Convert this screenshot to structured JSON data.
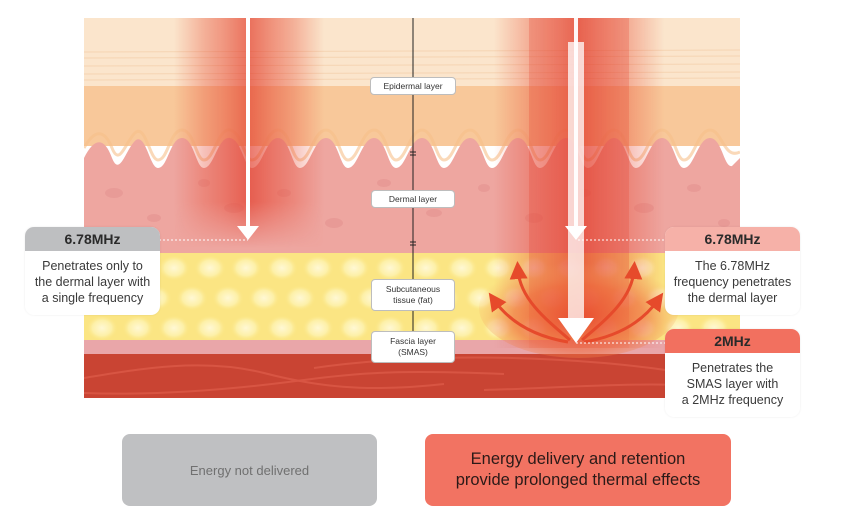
{
  "layers": {
    "epidermal": "Epidermal layer",
    "dermal": "Dermal layer",
    "subcutaneous_line1": "Subcutaneous",
    "subcutaneous_line2": "tissue (fat)",
    "fascia_line1": "Fascia layer",
    "fascia_line2": "(SMAS)"
  },
  "callouts": {
    "left": {
      "frequency": "6.78MHz",
      "lines": [
        "Penetrates only to",
        "the dermal layer with",
        "a single frequency"
      ]
    },
    "right_top": {
      "frequency": "6.78MHz",
      "lines": [
        "The 6.78MHz",
        "frequency penetrates",
        "the dermal layer"
      ]
    },
    "right_bottom": {
      "frequency": "2MHz",
      "lines": [
        "Penetrates the",
        "SMAS layer with",
        "a 2MHz frequency"
      ]
    }
  },
  "summary": {
    "left": "Energy not delivered",
    "right_line1": "Energy delivery and retention",
    "right_line2": "provide prolonged thermal effects"
  },
  "colors": {
    "gray_header": "#bebfc1",
    "pink_header": "#f6b1a8",
    "coral_header": "#f2705f",
    "summary_gray": "#bfc0c2",
    "summary_coral": "#f27362",
    "epidermis_top": "#fbe5cc",
    "epidermis": "#f8c89a",
    "dermis": "#eea6a0",
    "fat": "#fbe583",
    "fascia": "#e9a6a9",
    "muscle": "#c94433"
  }
}
